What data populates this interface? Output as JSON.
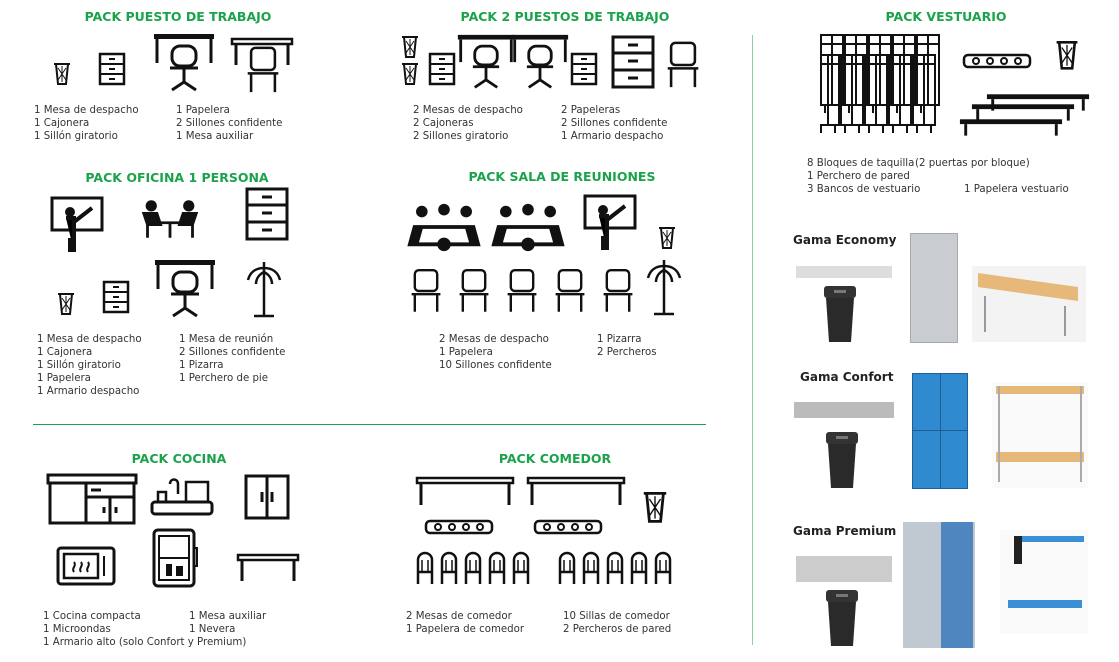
{
  "packs": {
    "puesto": {
      "title": "PACK PUESTO DE TRABAJO",
      "col1": [
        "1 Mesa de despacho",
        "1 Cajonera",
        "1 Sillón giratorio"
      ],
      "col2": [
        "1 Papelera",
        "2 Sillones confidente",
        "1 Mesa auxiliar"
      ]
    },
    "dos": {
      "title": "PACK 2 PUESTOS DE TRABAJO",
      "col1": [
        "2 Mesas de despacho",
        "2 Cajoneras",
        "2 Sillones giratorio"
      ],
      "col2": [
        "2 Papeleras",
        "2 Sillones confidente",
        "1 Armario despacho"
      ]
    },
    "vestuario": {
      "title": "PACK VESTUARIO",
      "lines": [
        "8 Bloques de taquilla",
        "1 Perchero de pared",
        "3 Bancos de vestuario"
      ],
      "note": "(2 puertas por bloque)",
      "extra": "1 Papelera vestuario"
    },
    "oficina": {
      "title": "PACK OFICINA 1 PERSONA",
      "col1": [
        "1 Mesa de despacho",
        "1 Cajonera",
        "1 Sillón giratorio",
        "1 Papelera",
        "1 Armario despacho"
      ],
      "col2": [
        "1 Mesa de reunión",
        "2 Sillones confidente",
        "1 Pizarra",
        "1 Perchero de pie"
      ]
    },
    "reuniones": {
      "title": "PACK SALA DE REUNIONES",
      "col1": [
        "2 Mesas de despacho",
        "1 Papelera",
        "10 Sillones confidente"
      ],
      "col2": [
        "1 Pizarra",
        "2 Percheros"
      ]
    },
    "cocina": {
      "title": "PACK COCINA",
      "col1": [
        "1 Cocina compacta",
        "1 Microondas",
        "1 Armario alto (solo Confort y Premium)"
      ],
      "col2": [
        "1 Mesa auxiliar",
        "1 Nevera"
      ]
    },
    "comedor": {
      "title": "PACK COMEDOR",
      "col1": [
        "2 Mesas de comedor",
        "1 Papelera de comedor"
      ],
      "col2": [
        "10 Sillas de comedor",
        "2 Percheros de pared"
      ]
    }
  },
  "gamas": [
    "Gama Economy",
    "Gama Confort",
    "Gama Premium"
  ],
  "colors": {
    "accent": "#1aa34a",
    "blue": "#2f8ad0"
  }
}
